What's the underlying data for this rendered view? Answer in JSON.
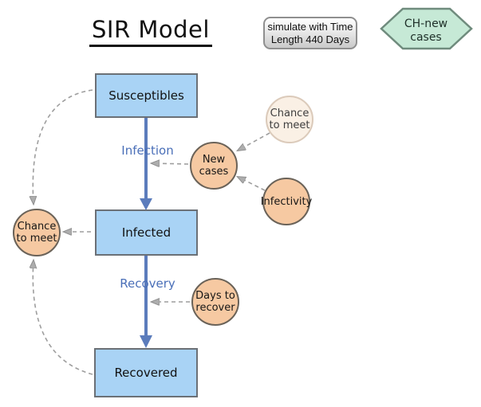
{
  "title": "SIR Model",
  "controls": {
    "simulate_button": {
      "line1": "simulate with Time",
      "line2": "Length 440 Days"
    },
    "converter_hexagon": {
      "line1": "CH-new",
      "line2": "cases"
    }
  },
  "stocks": [
    {
      "label": "Susceptibles"
    },
    {
      "label": "Infected"
    },
    {
      "label": "Recovered"
    }
  ],
  "flows": [
    {
      "label": "Infection"
    },
    {
      "label": "Recovery"
    }
  ],
  "variables": {
    "chance_to_meet_ghost": {
      "line1": "Chance",
      "line2": "to meet"
    },
    "new_cases": {
      "line1": "New",
      "line2": "cases"
    },
    "infectivity": {
      "line1": "Infectivity"
    },
    "chance_to_meet": {
      "line1": "Chance",
      "line2": "to meet"
    },
    "days_to_recover": {
      "line1": "Days to",
      "line2": "recover"
    }
  },
  "colors": {
    "stock_fill": "#a9d3f5",
    "stock_border": "#6b7076",
    "flow_arrow": "#5b7cbc",
    "flow_label": "#4a6fb8",
    "variable_fill": "#f6c9a2",
    "variable_border": "#6a6258",
    "ghost_fill": "#faf0e5",
    "ghost_border": "#dbcaba",
    "hexagon_fill": "#c6e9d6",
    "hexagon_border": "#6f8b7d",
    "connector": "#9e9e9e"
  }
}
